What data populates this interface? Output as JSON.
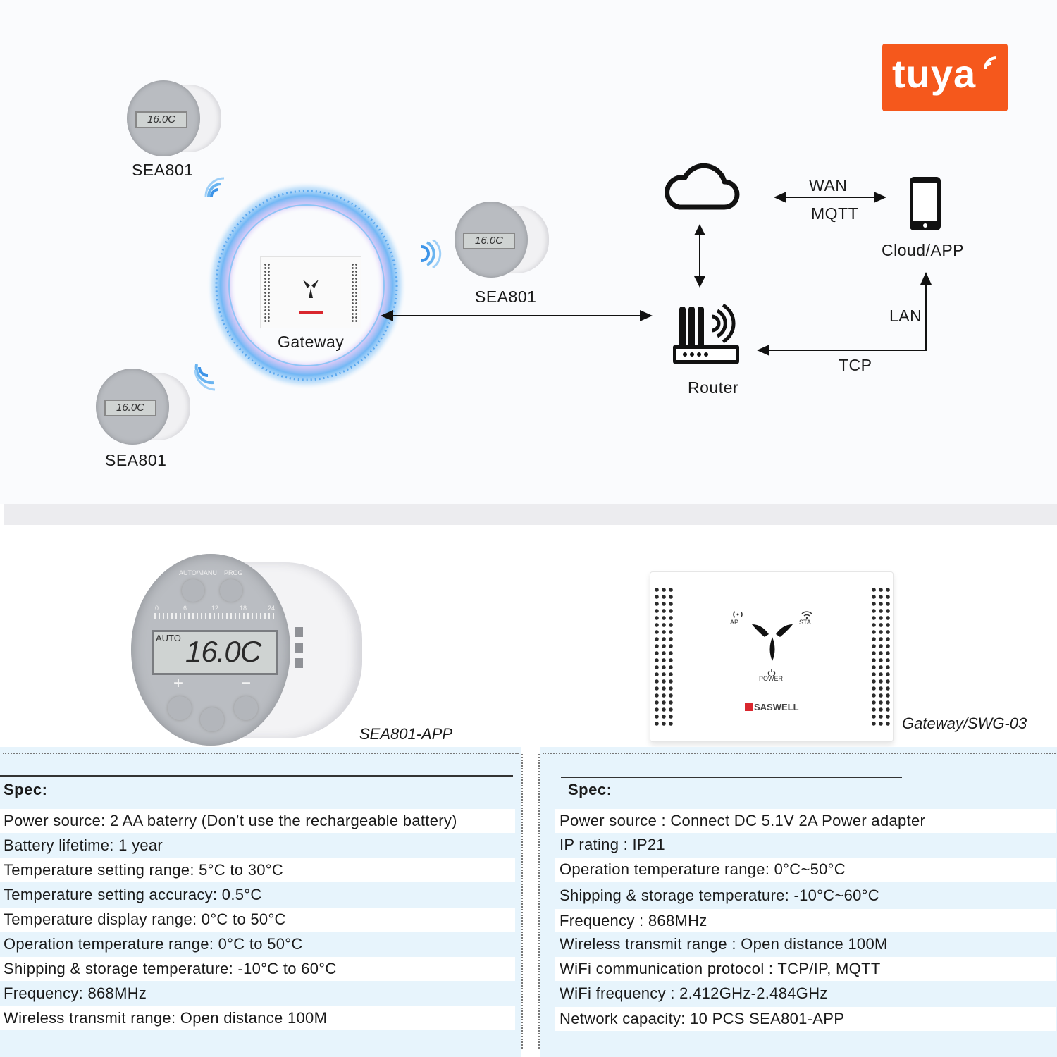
{
  "logo": {
    "text": "tuya",
    "color": "#f5581c"
  },
  "diagram": {
    "thermostat_label": "SEA801",
    "thermostat_lcd": "16.0C",
    "gateway_label": "Gateway",
    "router_label": "Router",
    "cloud_app_label": "Cloud/APP",
    "wan_label": "WAN",
    "mqtt_label": "MQTT",
    "lan_label": "LAN",
    "tcp_label": "TCP"
  },
  "products": {
    "thermostat": {
      "caption": "SEA801-APP",
      "btn_left": "AUTO/MANU",
      "btn_right": "PROG",
      "lcd_mode": "AUTO",
      "lcd_temp": "16.0C",
      "scale": [
        "0",
        "6",
        "12",
        "18",
        "24"
      ],
      "plus": "+",
      "minus": "−"
    },
    "gateway": {
      "caption": "Gateway/SWG-03",
      "ap": "AP",
      "sta": "STA",
      "power": "POWER",
      "brand": "SASWELL"
    }
  },
  "spec_left": {
    "title": "Spec:",
    "rows": [
      "Power source:  2 AA baterry (Don’t use the rechargeable battery)",
      "Battery lifetime:  1 year",
      "Temperature setting range:  5°C to 30°C",
      "Temperature setting accuracy:  0.5°C",
      "Temperature display range:  0°C to 50°C",
      "Operation temperature range:  0°C to 50°C",
      "Shipping & storage temperature:  -10°C to 60°C",
      "Frequency:  868MHz",
      "Wireless transmit range:  Open distance 100M"
    ]
  },
  "spec_right": {
    "title": "Spec:",
    "rows": [
      "Power source : Connect DC 5.1V 2A Power adapter",
      "IP rating : IP21",
      "Operation temperature range:  0°C~50°C",
      "Shipping & storage temperature:  -10°C~60°C",
      "Frequency : 868MHz",
      "Wireless transmit range : Open distance 100M",
      "WiFi communication protocol : TCP/IP,   MQTT",
      "WiFi frequency : 2.412GHz-2.484GHz",
      "Network capacity:  10 PCS  SEA801-APP"
    ]
  },
  "colors": {
    "ring": "#5aa8f0",
    "ring_inner": "#b9a3f0",
    "spec_bg": "#e7f4fc"
  }
}
